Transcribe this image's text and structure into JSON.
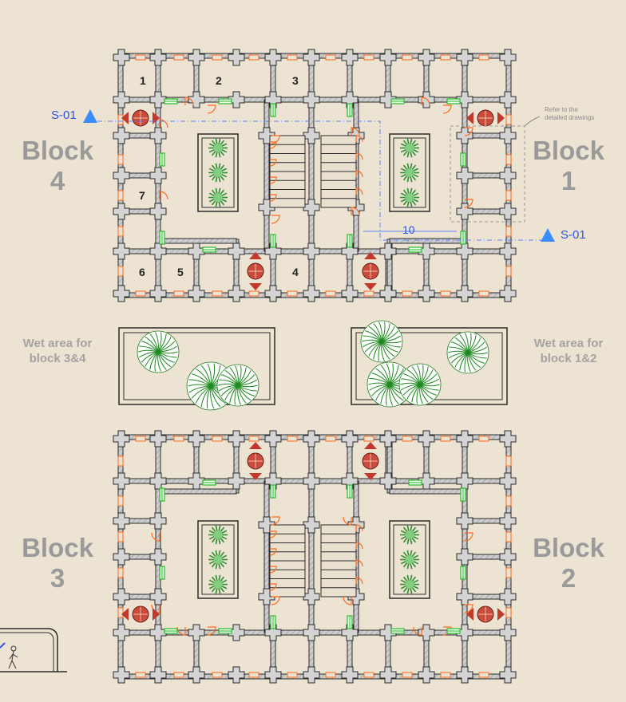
{
  "blocks": {
    "block4": {
      "line1": "Block",
      "line2": "4"
    },
    "block1": {
      "line1": "Block",
      "line2": "1"
    },
    "block3": {
      "line1": "Block",
      "line2": "3"
    },
    "block2": {
      "line1": "Block",
      "line2": "2"
    }
  },
  "wet_areas": {
    "left": {
      "line1": "Wet area for",
      "line2": "block 3&4"
    },
    "right": {
      "line1": "Wet area for",
      "line2": "block 1&2"
    }
  },
  "rooms": {
    "r1": "1",
    "r2": "2",
    "r3": "3",
    "r4": "4",
    "r5": "5",
    "r6": "6",
    "r7": "7",
    "r10": "10"
  },
  "section_marks": {
    "left": "S-01",
    "right": "S-01"
  },
  "note": {
    "line1": "Refer to the",
    "line2": "detailed drawings"
  },
  "colors": {
    "background": "#ede3d3",
    "wall_fill": "#c8c8c8",
    "wall_stroke": "#2b2b2b",
    "door": "#ff6a1a",
    "window": "#2db82d",
    "section_line": "#2a54e6",
    "stair_symbol": "#c0392b",
    "tree": "#2e8b2e"
  }
}
